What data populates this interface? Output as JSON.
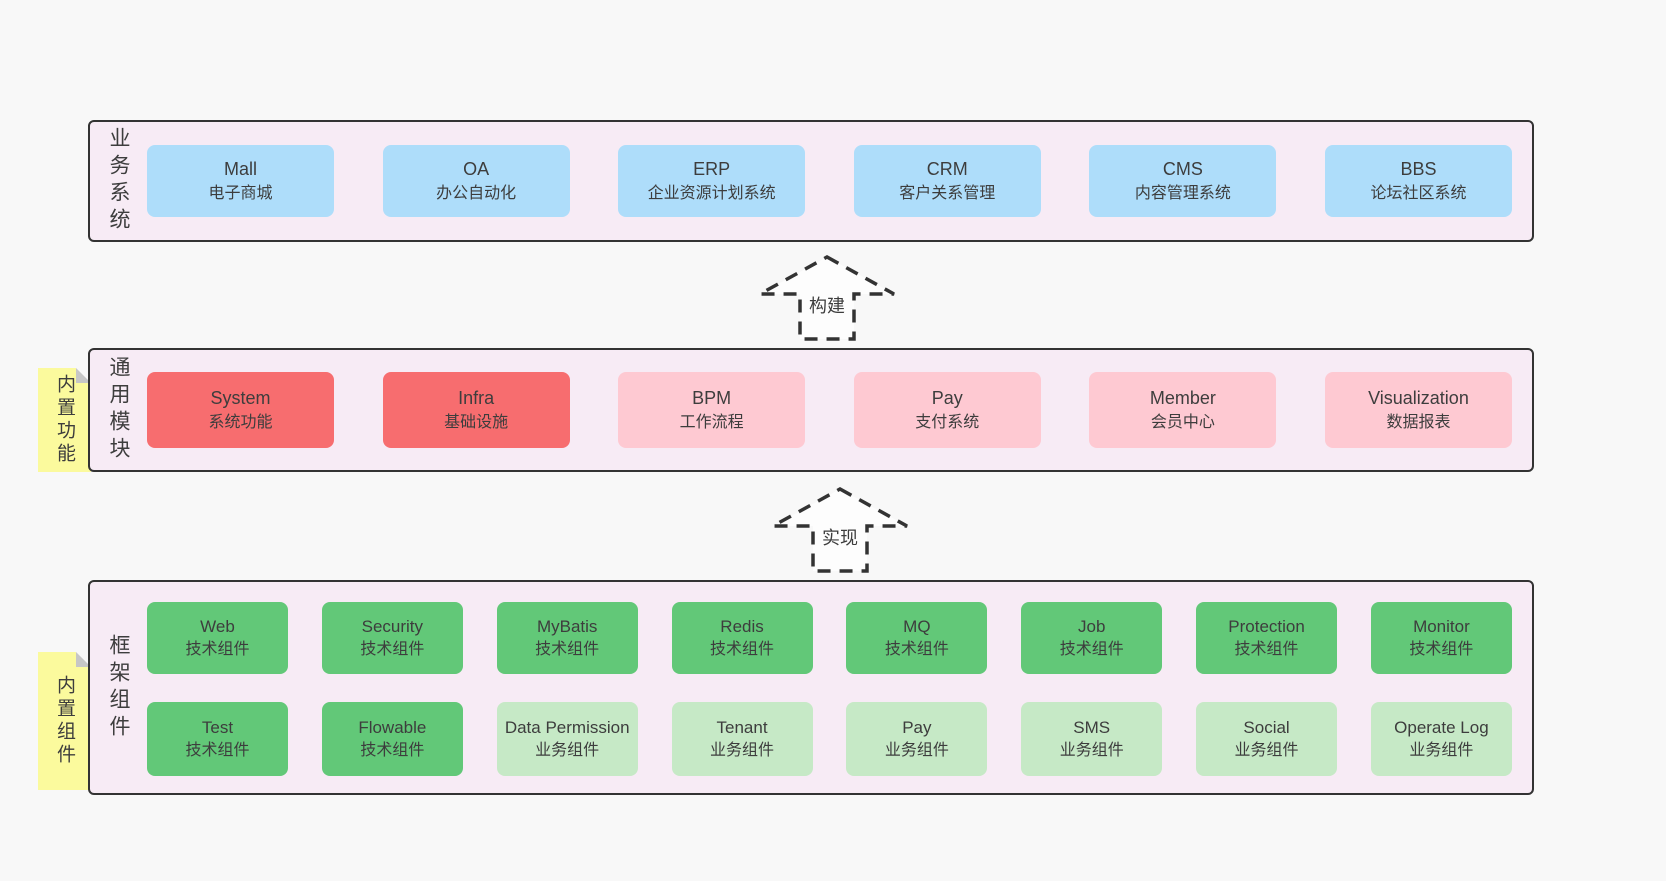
{
  "colors": {
    "page_bg": "#f8f8f8",
    "band_bg": "#f7ebf5",
    "band_border": "#333333",
    "blue_box": "#aeddfa",
    "red_box": "#f76d6f",
    "pink_box": "#fec9d2",
    "green_box": "#62c878",
    "light_green_box": "#c6e9c6",
    "sticky_yellow": "#fbfa9d",
    "text": "#3d3d3d"
  },
  "bands": [
    {
      "vertical_label": "业务系统",
      "boxes": [
        {
          "name": "Mall",
          "subtitle": "电子商城"
        },
        {
          "name": "OA",
          "subtitle": "办公自动化"
        },
        {
          "name": "ERP",
          "subtitle": "企业资源计划系统"
        },
        {
          "name": "CRM",
          "subtitle": "客户关系管理"
        },
        {
          "name": "CMS",
          "subtitle": "内容管理系统"
        },
        {
          "name": "BBS",
          "subtitle": "论坛社区系统"
        }
      ]
    },
    {
      "vertical_label": "通用模块",
      "sticky_note": "内置功能",
      "boxes": [
        {
          "name": "System",
          "subtitle": "系统功能"
        },
        {
          "name": "Infra",
          "subtitle": "基础设施"
        },
        {
          "name": "BPM",
          "subtitle": "工作流程"
        },
        {
          "name": "Pay",
          "subtitle": "支付系统"
        },
        {
          "name": "Member",
          "subtitle": "会员中心"
        },
        {
          "name": "Visualization",
          "subtitle": "数据报表"
        }
      ]
    },
    {
      "vertical_label": "框架组件",
      "sticky_note": "内置组件",
      "rows": [
        [
          {
            "name": "Web",
            "subtitle": "技术组件"
          },
          {
            "name": "Security",
            "subtitle": "技术组件"
          },
          {
            "name": "MyBatis",
            "subtitle": "技术组件"
          },
          {
            "name": "Redis",
            "subtitle": "技术组件"
          },
          {
            "name": "MQ",
            "subtitle": "技术组件"
          },
          {
            "name": "Job",
            "subtitle": "技术组件"
          },
          {
            "name": "Protection",
            "subtitle": "技术组件"
          },
          {
            "name": "Monitor",
            "subtitle": "技术组件"
          }
        ],
        [
          {
            "name": "Test",
            "subtitle": "技术组件"
          },
          {
            "name": "Flowable",
            "subtitle": "技术组件"
          },
          {
            "name": "Data Permission",
            "subtitle": "业务组件"
          },
          {
            "name": "Tenant",
            "subtitle": "业务组件"
          },
          {
            "name": "Pay",
            "subtitle": "业务组件"
          },
          {
            "name": "SMS",
            "subtitle": "业务组件"
          },
          {
            "name": "Social",
            "subtitle": "业务组件"
          },
          {
            "name": "Operate Log",
            "subtitle": "业务组件"
          }
        ]
      ]
    }
  ],
  "arrows": [
    {
      "label": "构建"
    },
    {
      "label": "实现"
    }
  ]
}
